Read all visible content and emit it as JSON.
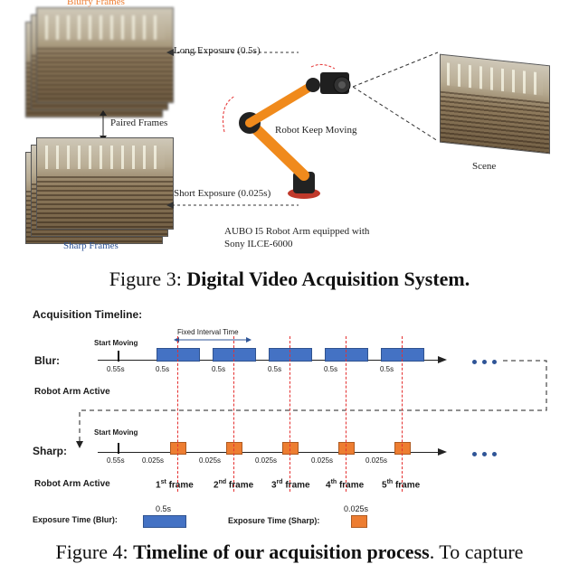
{
  "fig3": {
    "blurry_label": "Blurry Frames",
    "long_exposure": "Long Exposure (0.5s)",
    "paired_frames": "Paired Frames",
    "short_exposure": "Short Exposure (0.025s)",
    "sharp_label": "Sharp Frames",
    "robot_moving": "Robot Keep Moving",
    "scene": "Scene",
    "arm_line1": "AUBO I5 Robot Arm equipped with",
    "arm_line2": "Sony ILCE-6000",
    "caption_prefix": "Figure 3: ",
    "caption_bold": "Digital Video Acquisition System."
  },
  "fig4": {
    "title": "Acquisition Timeline:",
    "fixed_interval": "Fixed Interval Time",
    "start_moving": "Start Moving",
    "blur_label": "Blur:",
    "sharp_label": "Sharp:",
    "robot_active": "Robot Arm Active",
    "blur_first": "0.55s",
    "blur_gap": "0.5s",
    "sharp_first": "0.55s",
    "sharp_gap": "0.025s",
    "ellipsis": "• • •",
    "frames": [
      {
        "num": "1",
        "sup": "st",
        "word": "frame"
      },
      {
        "num": "2",
        "sup": "nd",
        "word": "frame"
      },
      {
        "num": "3",
        "sup": "rd",
        "word": "frame"
      },
      {
        "num": "4",
        "sup": "th",
        "word": "frame"
      },
      {
        "num": "5",
        "sup": "th",
        "word": "frame"
      }
    ],
    "legend_blur": "Exposure Time (Blur):",
    "legend_blur_value": "0.5s",
    "legend_sharp": "Exposure Time (Sharp):",
    "legend_sharp_value": "0.025s",
    "caption_prefix": "Figure 4: ",
    "caption_bold": "Timeline of our acquisition process",
    "caption_rest": ". To capture"
  },
  "colors": {
    "blue": "#4472c4",
    "orange": "#ed7d31",
    "red_dash": "#e53030"
  }
}
